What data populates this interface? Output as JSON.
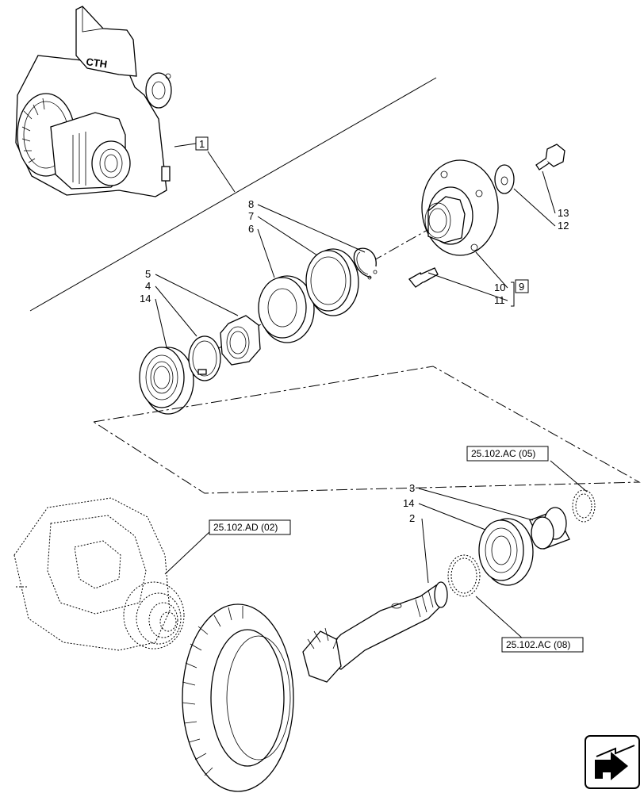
{
  "callouts": {
    "c1": "1",
    "c2": "2",
    "c3": "3",
    "c4": "4",
    "c5": "5",
    "c6": "6",
    "c7": "7",
    "c8": "8",
    "c9": "9",
    "c10": "10",
    "c11": "11",
    "c12": "12",
    "c13": "13",
    "c14a": "14",
    "c14b": "14"
  },
  "references": {
    "ref_ac05": "25.102.AC (05)",
    "ref_ad02": "25.102.AD (02)",
    "ref_ac08": "25.102.AC (08)"
  },
  "housing_marking": "CTH",
  "icons": {
    "nav": "next-page-arrow-icon"
  }
}
